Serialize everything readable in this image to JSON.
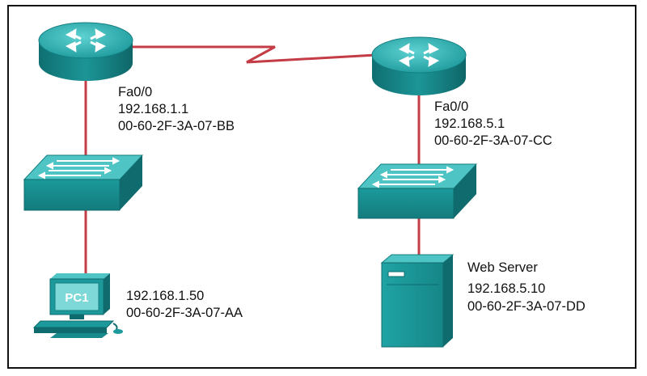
{
  "router_left": {
    "interface": "Fa0/0",
    "ip": "192.168.1.1",
    "mac": "00-60-2F-3A-07-BB"
  },
  "router_right": {
    "interface": "Fa0/0",
    "ip": "192.168.5.1",
    "mac": "00-60-2F-3A-07-CC"
  },
  "pc1": {
    "label": "PC1",
    "ip": "192.168.1.50",
    "mac": "00-60-2F-3A-07-AA"
  },
  "web_server": {
    "label": "Web Server",
    "ip": "192.168.5.10",
    "mac": "00-60-2F-3A-07-DD"
  },
  "colors": {
    "link": "#c43c46",
    "device_top": "#3fb8b8",
    "device_side": "#178a8c",
    "device_dark": "#0f6b6d"
  }
}
